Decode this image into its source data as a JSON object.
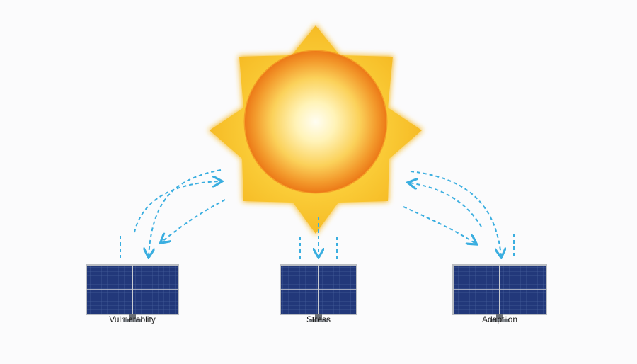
{
  "colors": {
    "background": "#fbfbfc",
    "sun_ray": "#f8c12d",
    "sun_ring": "#ef7f1a",
    "sun_core": "#fffbe6",
    "arrow": "#3aaee0",
    "panel_cell": "#1b2f6b",
    "panel_frame": "#b9bcc1",
    "panel_stand": "#6b6f75",
    "label_text": "#1c1c1c"
  },
  "icons": {
    "sun": "sun-icon",
    "panel": "solar-panel-icon",
    "arrow": "dashed-arrow-icon"
  },
  "panels": [
    {
      "id": "left",
      "label": "Vulmerablity"
    },
    {
      "id": "center",
      "label": "Stress"
    },
    {
      "id": "right",
      "label": "Adaptiion"
    }
  ]
}
